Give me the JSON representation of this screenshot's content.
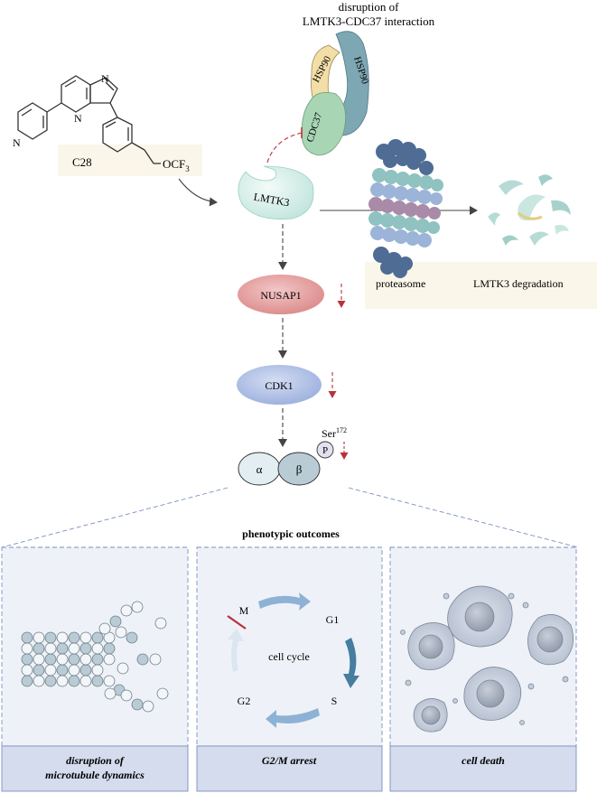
{
  "header": {
    "line1": "disruption of",
    "line2": "LMTK3-CDC37 interaction"
  },
  "compound": {
    "name": "C28",
    "substituent": "OCF",
    "substituent_sub": "3",
    "ring_atoms": {
      "n_pyridine": "N",
      "n_imid": "N",
      "n_bridge": "N"
    }
  },
  "chaperones": {
    "hsp90_a": "HSP90",
    "hsp90_b": "HSP90",
    "cdc37": "CDC37"
  },
  "nodes": {
    "lmtk3": "LMTK3",
    "nusap1": "NUSAP1",
    "cdk1": "CDK1",
    "alpha": "α",
    "beta": "β",
    "phospho": "P",
    "ser": "Ser",
    "ser_sup": "172"
  },
  "degradation_panel": {
    "proteasome": "proteasome",
    "degradation": "LMTK3 degradation"
  },
  "outcomes": {
    "heading": "phenotypic outcomes",
    "panels": [
      {
        "caption_line1": "disruption of",
        "caption_line2": "microtubule dynamics"
      },
      {
        "caption_line1": "G2/M arrest"
      },
      {
        "caption_line1": "cell death"
      }
    ],
    "cell_cycle": {
      "center": "cell cycle",
      "m": "M",
      "g1": "G1",
      "s": "S",
      "g2": "G2"
    }
  },
  "colors": {
    "panel_bg": "#eef2f8",
    "panel_border": "#7b8fc0",
    "caption_bg": "#d4dced",
    "arrow_red": "#b8333a",
    "tubulin": "#b9ccd6"
  }
}
